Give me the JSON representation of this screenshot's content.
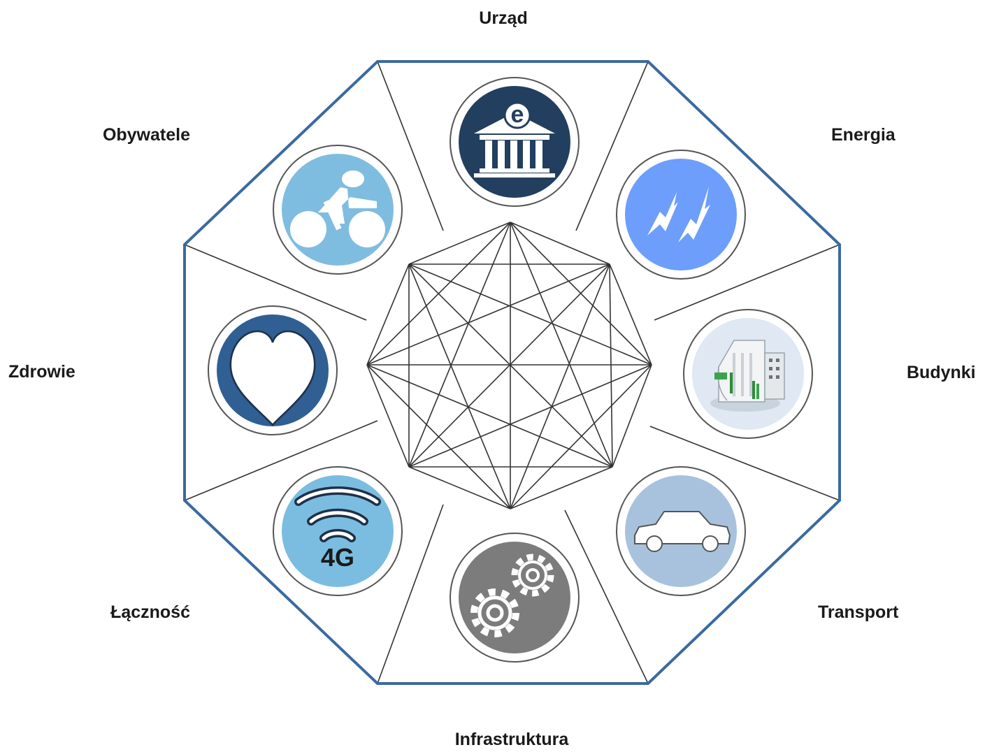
{
  "colors": {
    "frame": "#3a6aa0",
    "dividers": "#333333",
    "network": "#333333",
    "ring": "#555555"
  },
  "sectors": [
    {
      "id": "urzad",
      "label": "Urząd",
      "icon": "government-building-icon",
      "color": "#233f5f"
    },
    {
      "id": "energia",
      "label": "Energia",
      "icon": "lightning-bolts-icon",
      "color": "#6d9efc"
    },
    {
      "id": "budynki",
      "label": "Budynki",
      "icon": "building-icon",
      "color": "#dfe8f3"
    },
    {
      "id": "transport",
      "label": "Transport",
      "icon": "car-icon",
      "color": "#a8c2de"
    },
    {
      "id": "infrastruktura",
      "label": "Infrastruktura",
      "icon": "gears-icon",
      "color": "#7c7c7c"
    },
    {
      "id": "lacznosc",
      "label": "Łączność",
      "icon": "wireless-4g-icon",
      "icon_text": "4G",
      "color": "#7bbde0"
    },
    {
      "id": "zdrowie",
      "label": "Zdrowie",
      "icon": "heart-icon",
      "color": "#2f5f93"
    },
    {
      "id": "obywatele",
      "label": "Obywatele",
      "icon": "cyclist-icon",
      "color": "#7fbde0"
    }
  ]
}
